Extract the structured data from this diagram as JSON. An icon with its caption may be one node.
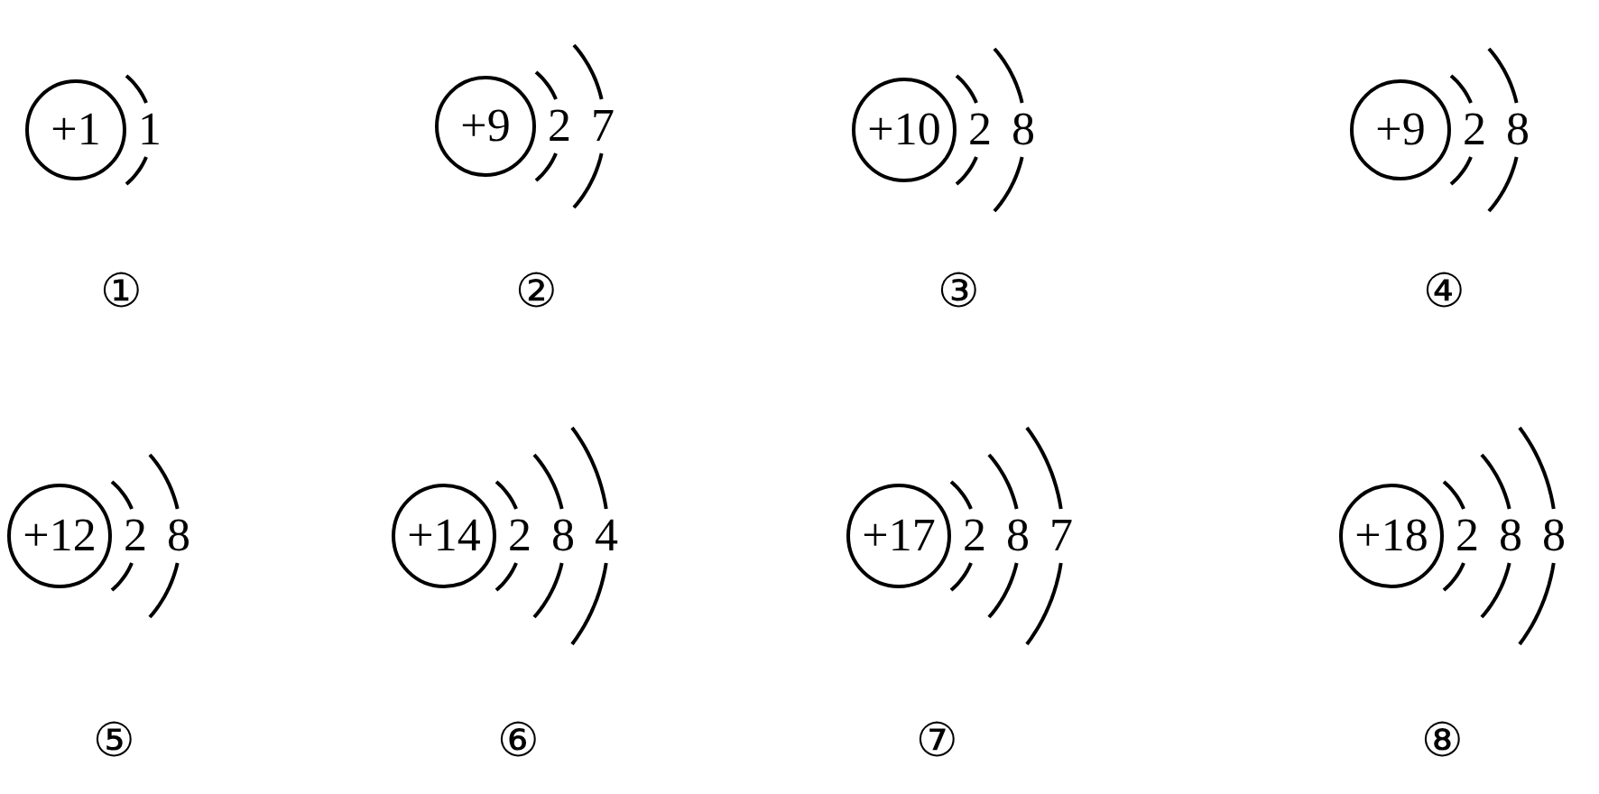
{
  "diagram": {
    "nodes": [
      {
        "text": [
          "+1"
        ],
        "beside": [
          "1",
          "①"
        ]
      },
      {
        "text": [
          "+9"
        ],
        "beside": [
          "2",
          "7",
          "②"
        ]
      },
      {
        "text": [
          "+10"
        ],
        "beside": [
          "2",
          "8",
          "③"
        ]
      },
      {
        "text": [
          "+9"
        ],
        "beside": [
          "2",
          "8",
          "④"
        ]
      },
      {
        "text": [
          "+12"
        ],
        "beside": [
          "2",
          "8",
          "⑤"
        ]
      },
      {
        "text": [
          "+14"
        ],
        "beside": [
          "2",
          "8",
          "4",
          "⑥"
        ]
      },
      {
        "text": [
          "+17"
        ],
        "beside": [
          "2",
          "8",
          "7",
          "⑦"
        ]
      },
      {
        "text": [
          "+18"
        ],
        "beside": [
          "2",
          "8",
          "8",
          "⑧"
        ]
      }
    ]
  }
}
